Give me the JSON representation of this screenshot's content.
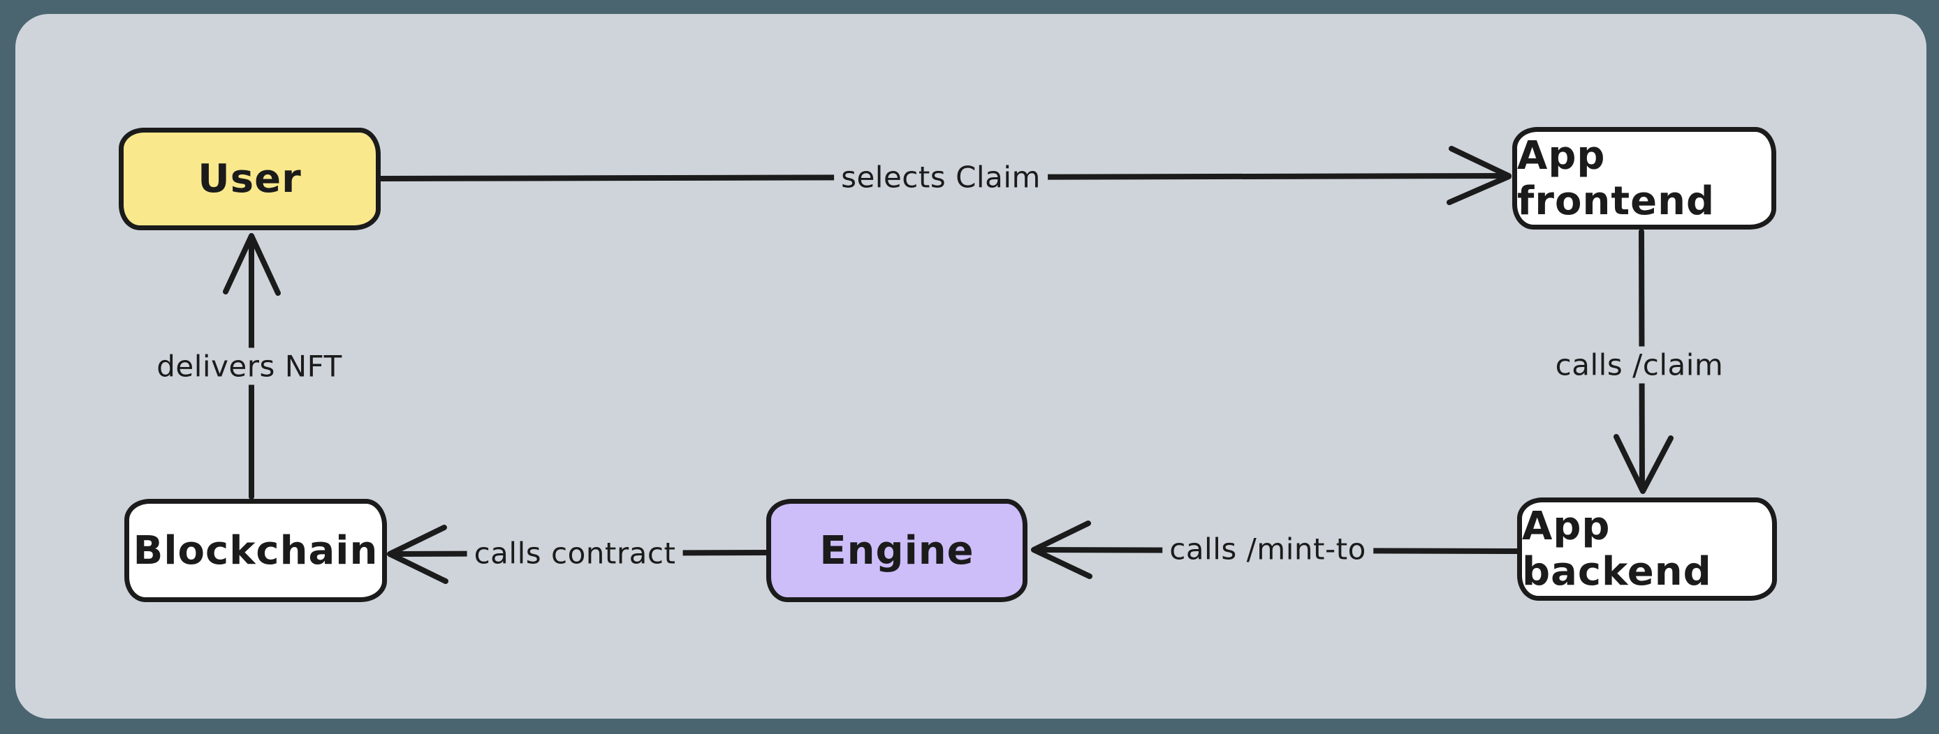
{
  "diagram": {
    "background_color": "#cfd4db",
    "frame_color": "#4a6570",
    "stroke_color": "#1b1b1b",
    "nodes": {
      "user": {
        "label": "User",
        "fill": "#fae88d"
      },
      "app_frontend": {
        "label": "App frontend",
        "fill": "#ffffff"
      },
      "app_backend": {
        "label": "App backend",
        "fill": "#ffffff"
      },
      "engine": {
        "label": "Engine",
        "fill": "#cdbdf9"
      },
      "blockchain": {
        "label": "Blockchain",
        "fill": "#ffffff"
      }
    },
    "edges": {
      "user_to_frontend": {
        "label": "selects Claim",
        "from": "User",
        "to": "App frontend"
      },
      "frontend_to_backend": {
        "label": "calls /claim",
        "from": "App frontend",
        "to": "App backend"
      },
      "backend_to_engine": {
        "label": "calls /mint-to",
        "from": "App backend",
        "to": "Engine"
      },
      "engine_to_blockchain": {
        "label": "calls contract",
        "from": "Engine",
        "to": "Blockchain"
      },
      "blockchain_to_user": {
        "label": "delivers NFT",
        "from": "Blockchain",
        "to": "User"
      }
    }
  }
}
